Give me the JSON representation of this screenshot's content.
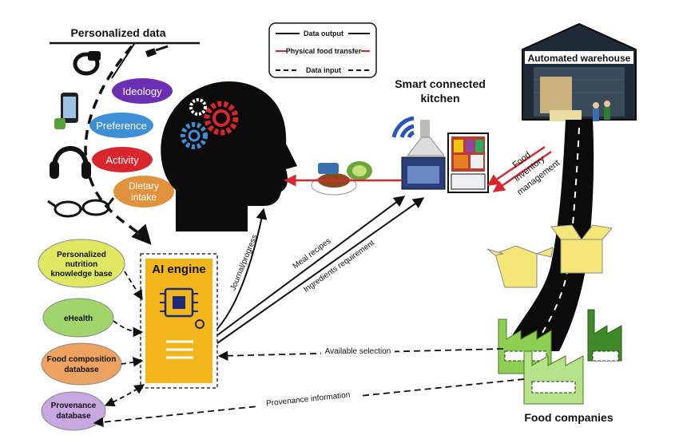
{
  "personalized": {
    "title": "Personalized data",
    "bubbles": [
      {
        "label": "Ideology",
        "color": "#6a2fb3"
      },
      {
        "label": "Preference",
        "color": "#3f8fd6"
      },
      {
        "label": "Activity",
        "color": "#d8262c"
      },
      {
        "label": "Dietary",
        "label2": "intake",
        "color": "#e0923c"
      }
    ]
  },
  "legend": {
    "output": "Data output",
    "transfer": "Physical food transfer",
    "input": "Data input"
  },
  "kitchen": {
    "title_line1": "Smart connected",
    "title_line2": "kitchen"
  },
  "warehouse": {
    "title": "Automated warehouse"
  },
  "inventory": {
    "line1": "Food",
    "line2": "inventory",
    "line3": "management"
  },
  "ai": {
    "title": "AI engine"
  },
  "sources": [
    {
      "line1": "Personalized",
      "line2": "nutrition",
      "line3": "knowledge base",
      "color": "#dfe860"
    },
    {
      "line1": "eHealth",
      "color": "#9fd56a"
    },
    {
      "line1": "Food composition",
      "line2": "database",
      "color": "#eea260"
    },
    {
      "line1": "Provenance",
      "line2": "database",
      "color": "#c7a8e0"
    }
  ],
  "arrows": {
    "journal": "Journal/progress",
    "recipes": "Meal recipes",
    "ingredients": "Ingredients requirement",
    "available": "Available selection",
    "provenance": "Provenance information"
  },
  "companies": {
    "title": "Food companies"
  },
  "colors": {
    "ai_fill": "#f2b51a",
    "road": "#0b0b0b",
    "factory": "#6fb23c",
    "box": "#f5e678",
    "red_arrow": "#d8262c"
  }
}
